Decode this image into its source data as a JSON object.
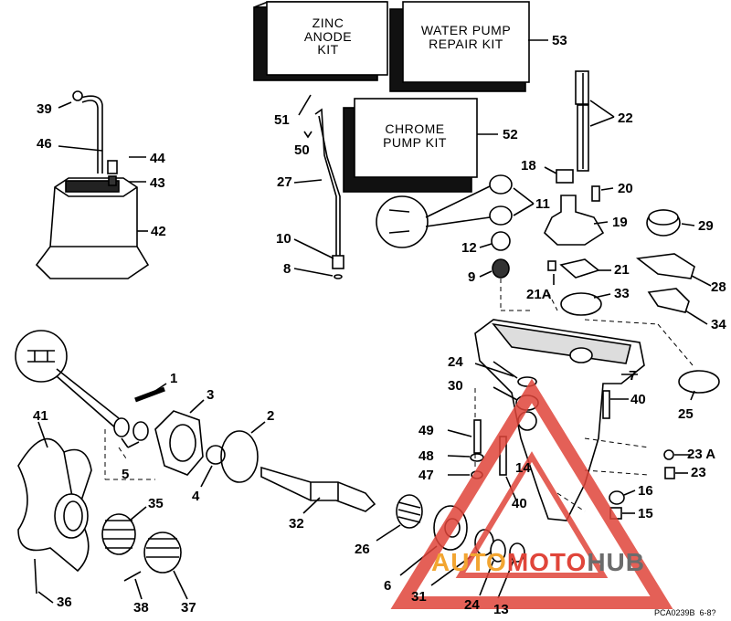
{
  "kits": {
    "zinc": [
      "ZINC",
      "ANODE",
      "KIT"
    ],
    "water_pump": [
      "WATER PUMP",
      "REPAIR KIT"
    ],
    "chrome": [
      "CHROME",
      "PUMP KIT"
    ]
  },
  "callouts": [
    {
      "id": "39",
      "text": "39"
    },
    {
      "id": "46",
      "text": "46"
    },
    {
      "id": "44",
      "text": "44"
    },
    {
      "id": "43",
      "text": "43"
    },
    {
      "id": "42",
      "text": "42"
    },
    {
      "id": "51",
      "text": "51"
    },
    {
      "id": "50",
      "text": "50"
    },
    {
      "id": "27",
      "text": "27"
    },
    {
      "id": "10",
      "text": "10"
    },
    {
      "id": "8",
      "text": "8"
    },
    {
      "id": "53",
      "text": "53"
    },
    {
      "id": "52",
      "text": "52"
    },
    {
      "id": "22",
      "text": "22"
    },
    {
      "id": "18",
      "text": "18"
    },
    {
      "id": "20",
      "text": "20"
    },
    {
      "id": "11",
      "text": "11"
    },
    {
      "id": "19",
      "text": "19"
    },
    {
      "id": "29",
      "text": "29"
    },
    {
      "id": "12",
      "text": "12"
    },
    {
      "id": "9",
      "text": "9"
    },
    {
      "id": "21",
      "text": "21"
    },
    {
      "id": "21A",
      "text": "21A"
    },
    {
      "id": "33",
      "text": "33"
    },
    {
      "id": "28",
      "text": "28"
    },
    {
      "id": "34",
      "text": "34"
    },
    {
      "id": "24a",
      "text": "24"
    },
    {
      "id": "7",
      "text": "7"
    },
    {
      "id": "30",
      "text": "30"
    },
    {
      "id": "40a",
      "text": "40"
    },
    {
      "id": "25",
      "text": "25"
    },
    {
      "id": "49",
      "text": "49"
    },
    {
      "id": "48",
      "text": "48"
    },
    {
      "id": "47",
      "text": "47"
    },
    {
      "id": "14",
      "text": "14"
    },
    {
      "id": "40b",
      "text": "40"
    },
    {
      "id": "23A",
      "text": "23 A"
    },
    {
      "id": "23",
      "text": "23"
    },
    {
      "id": "16",
      "text": "16"
    },
    {
      "id": "15",
      "text": "15"
    },
    {
      "id": "1",
      "text": "1"
    },
    {
      "id": "3",
      "text": "3"
    },
    {
      "id": "2",
      "text": "2"
    },
    {
      "id": "41",
      "text": "41"
    },
    {
      "id": "5",
      "text": "5"
    },
    {
      "id": "4",
      "text": "4"
    },
    {
      "id": "32",
      "text": "32"
    },
    {
      "id": "35",
      "text": "35"
    },
    {
      "id": "26",
      "text": "26"
    },
    {
      "id": "6",
      "text": "6"
    },
    {
      "id": "31",
      "text": "31"
    },
    {
      "id": "24b",
      "text": "24"
    },
    {
      "id": "13",
      "text": "13"
    },
    {
      "id": "36",
      "text": "36"
    },
    {
      "id": "38",
      "text": "38"
    },
    {
      "id": "37",
      "text": "37"
    }
  ],
  "footer": {
    "code": "PCA0239B",
    "date": "6-8?"
  },
  "watermark": {
    "part1": "AUTO",
    "part2": "MOTO",
    "part3": "HUB"
  },
  "colors": {
    "ink": "#000000",
    "wm_red": "#e0453a",
    "wm_orange": "#f2a531",
    "wm_gray": "#6c6c6c"
  }
}
